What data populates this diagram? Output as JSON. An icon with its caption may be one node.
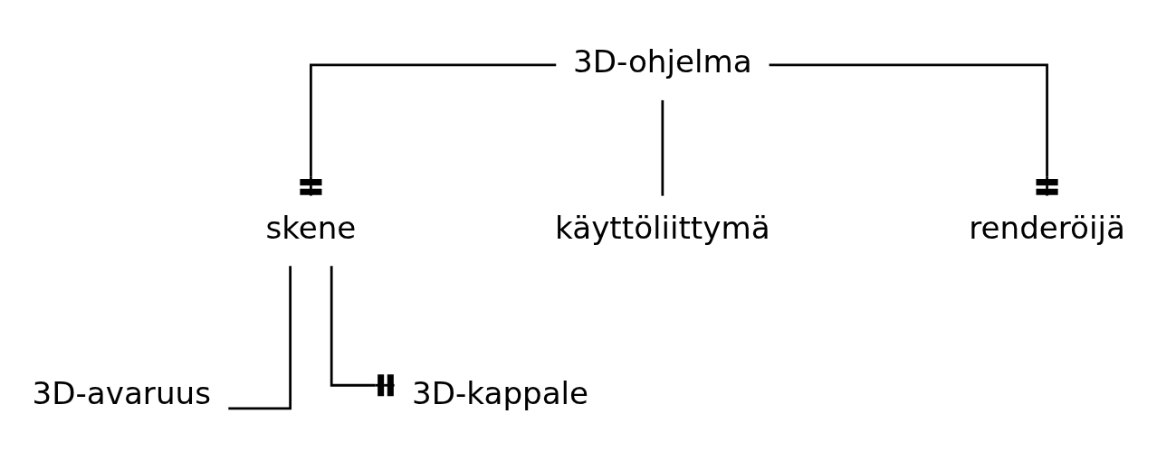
{
  "diagram": {
    "nodes": [
      {
        "text": [
          "3D-ohjelma"
        ]
      },
      {
        "text": [
          "skene"
        ]
      },
      {
        "text": [
          "käyttöliittymä"
        ]
      },
      {
        "text": [
          "renderöijä"
        ]
      },
      {
        "text": [
          "3D-avaruus"
        ]
      },
      {
        "text": [
          "3D-kappale"
        ]
      }
    ],
    "edges": [
      {
        "from": 0,
        "to": 1,
        "arrow": "other"
      },
      {
        "from": 0,
        "to": 2,
        "arrow": "none"
      },
      {
        "from": 0,
        "to": 3,
        "arrow": "other"
      },
      {
        "from": 1,
        "to": 4,
        "arrow": "none"
      },
      {
        "from": 1,
        "to": 5,
        "arrow": "other"
      }
    ]
  }
}
